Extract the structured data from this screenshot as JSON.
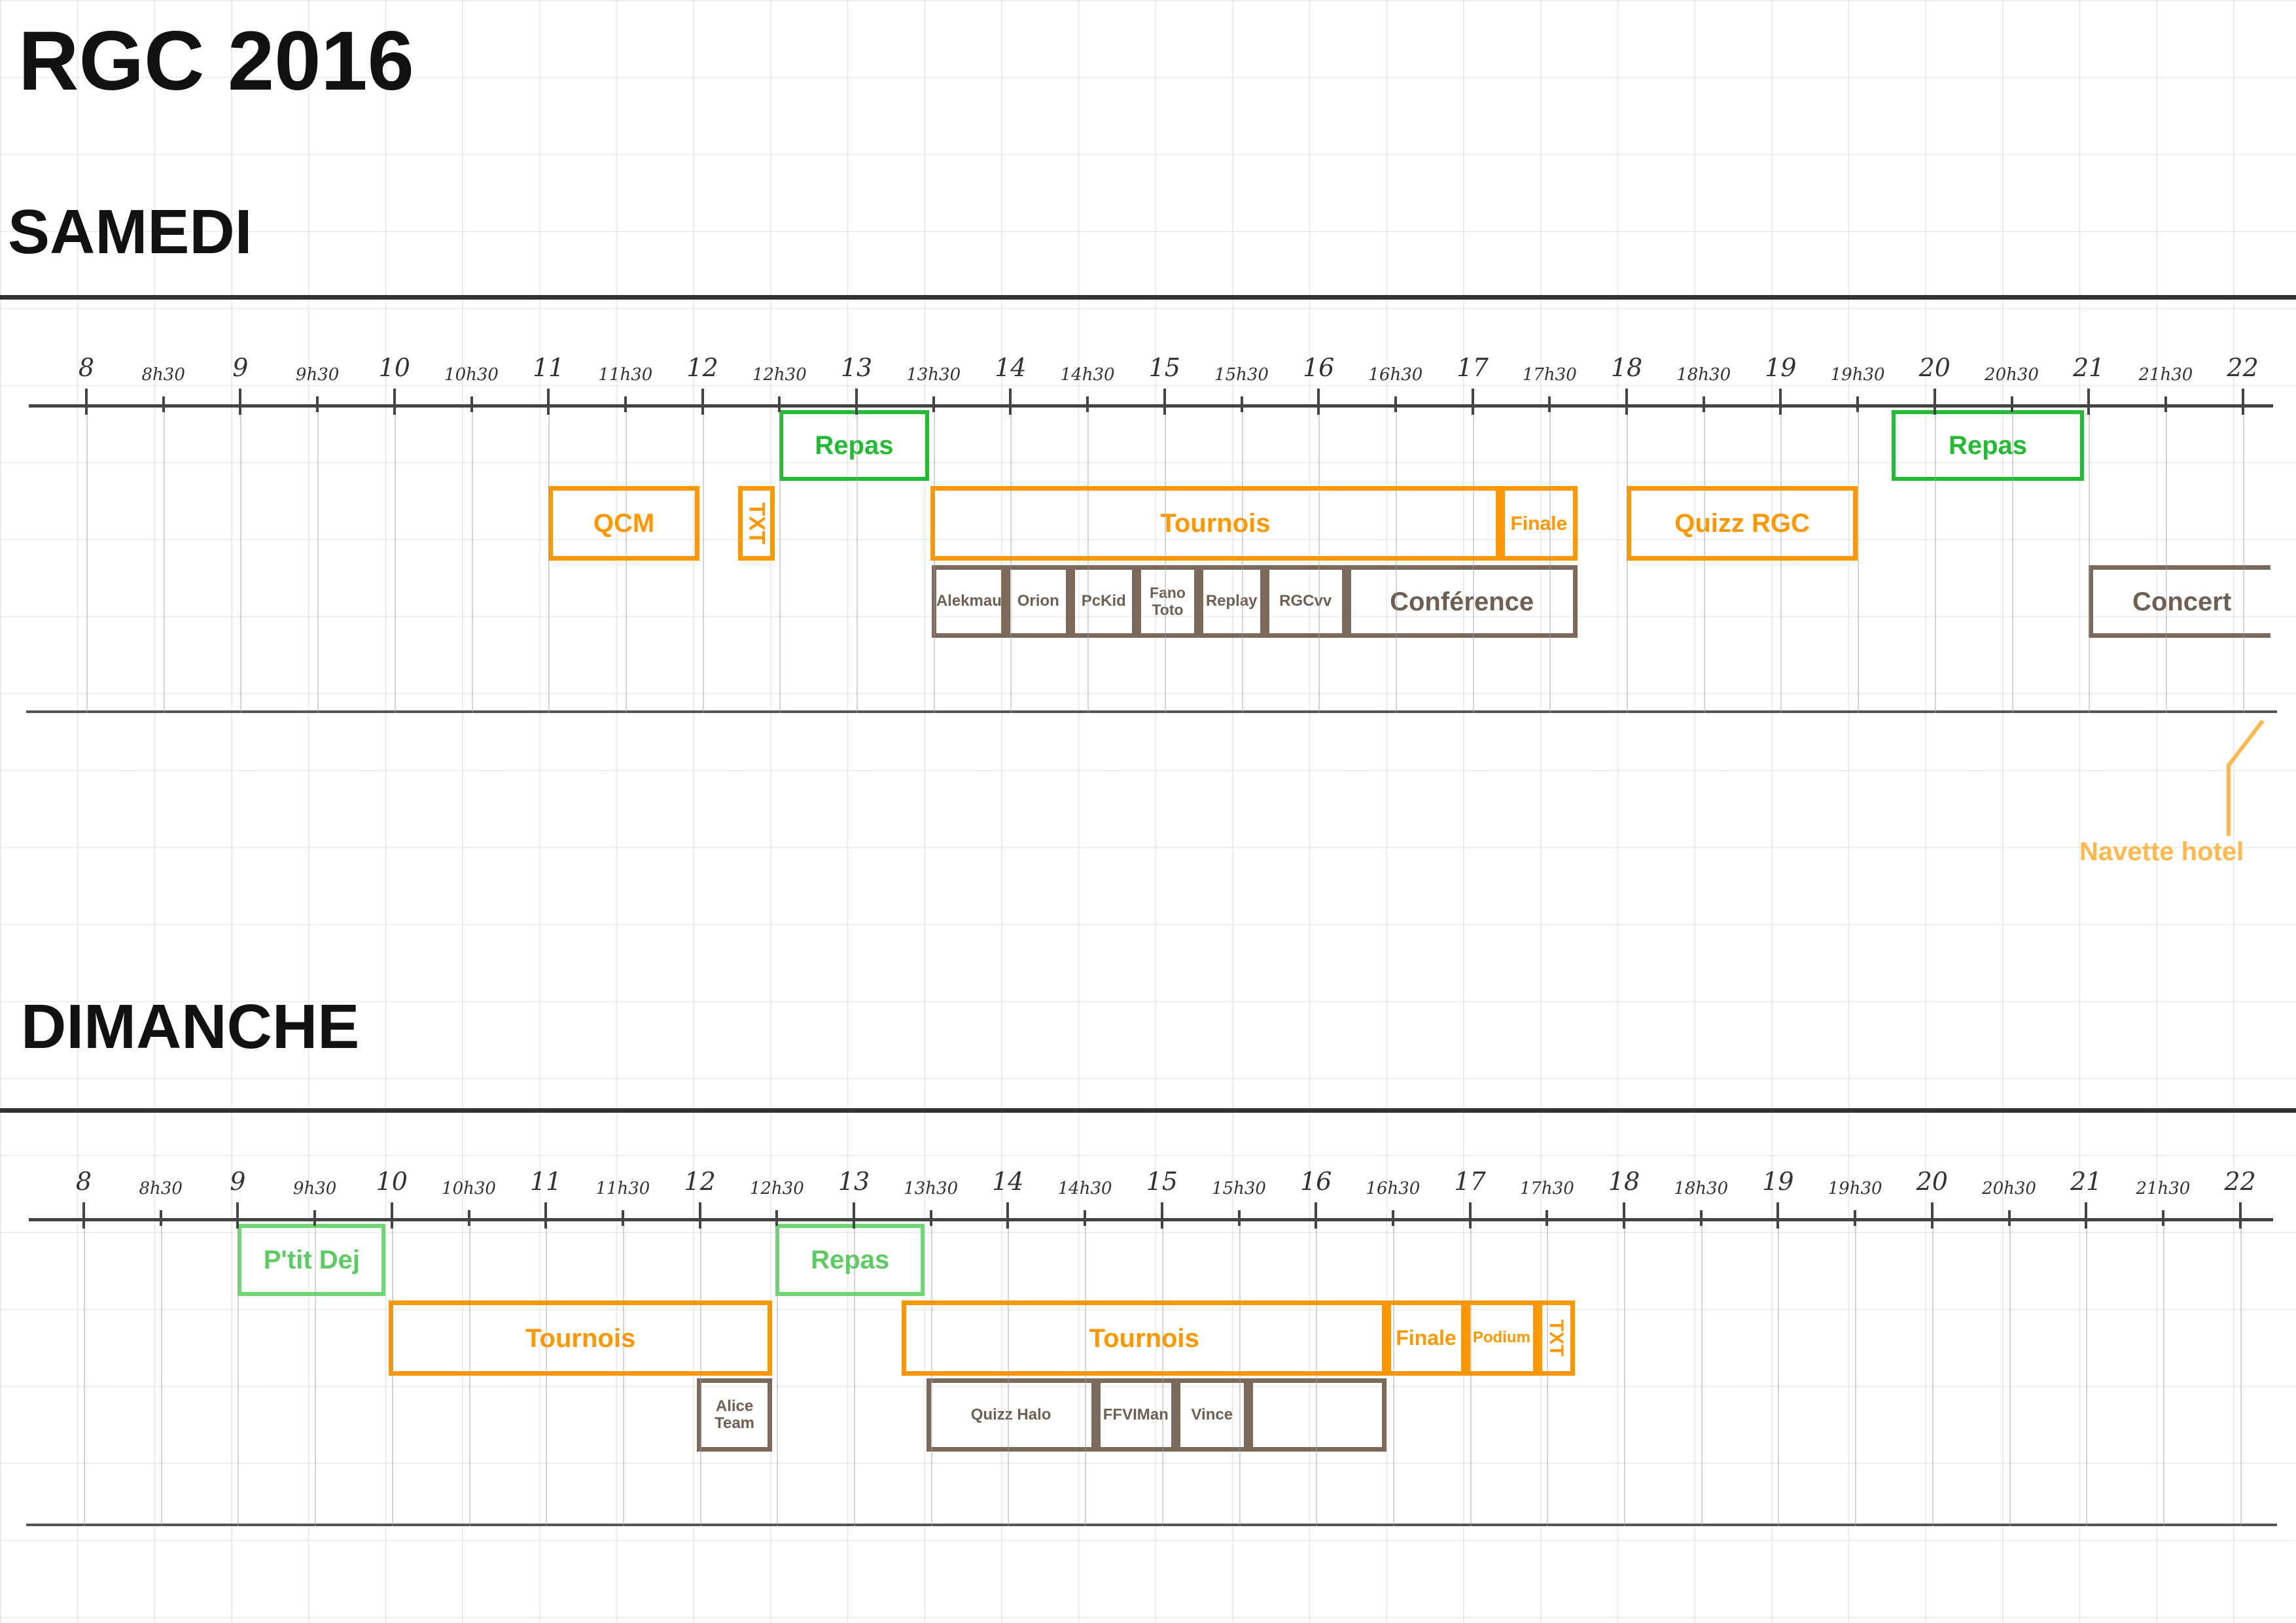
{
  "title": "RGC 2016",
  "colors": {
    "green": "#22bb33",
    "light_green": "#6ada70",
    "orange": "#ff9800",
    "brown": "#7b6a5c"
  },
  "axis": {
    "start": 8,
    "end": 22,
    "labels": [
      "8",
      "8h30",
      "9",
      "9h30",
      "10",
      "10h30",
      "11",
      "11h30",
      "12",
      "12h30",
      "13",
      "13h30",
      "14",
      "14h30",
      "15",
      "15h30",
      "16",
      "16h30",
      "17",
      "17h30",
      "18",
      "18h30",
      "19",
      "19h30",
      "20",
      "20h30",
      "21",
      "21h30",
      "22"
    ]
  },
  "days": [
    {
      "name": "SAMEDI",
      "blocks": [
        {
          "label": "Repas",
          "start": 12.5,
          "end": 13.47,
          "row": 1,
          "style": "green",
          "size": 40
        },
        {
          "label": "Repas",
          "start": 19.72,
          "end": 20.97,
          "row": 1,
          "style": "green",
          "size": 40
        },
        {
          "label": "QCM",
          "start": 11.0,
          "end": 11.98,
          "row": 2,
          "style": "orange",
          "size": 40
        },
        {
          "label": "TXT",
          "start": 12.23,
          "end": 12.47,
          "row": 2,
          "style": "orange",
          "size": 34,
          "vertical": true
        },
        {
          "label": "Tournois",
          "start": 13.48,
          "end": 17.18,
          "row": 2,
          "style": "orange",
          "size": 40
        },
        {
          "label": "Finale",
          "start": 17.18,
          "end": 17.68,
          "row": 2,
          "style": "orange",
          "size": 30
        },
        {
          "label": "Quizz RGC",
          "start": 18.0,
          "end": 19.5,
          "row": 2,
          "style": "orange",
          "size": 40
        },
        {
          "label": "Alekmau",
          "start": 13.49,
          "end": 13.97,
          "row": 3,
          "style": "brown",
          "size": 24
        },
        {
          "label": "Orion",
          "start": 13.97,
          "end": 14.39,
          "row": 3,
          "style": "brown",
          "size": 24
        },
        {
          "label": "PcKid",
          "start": 14.39,
          "end": 14.82,
          "row": 3,
          "style": "brown",
          "size": 24
        },
        {
          "label": "Fano Toto",
          "start": 14.82,
          "end": 15.22,
          "row": 3,
          "style": "brown",
          "size": 23
        },
        {
          "label": "Replay",
          "start": 15.22,
          "end": 15.65,
          "row": 3,
          "style": "brown",
          "size": 24
        },
        {
          "label": "RGCvv",
          "start": 15.65,
          "end": 16.18,
          "row": 3,
          "style": "brown",
          "size": 24
        },
        {
          "label": "Conférence",
          "start": 16.18,
          "end": 17.68,
          "row": 3,
          "style": "brown",
          "size": 40
        },
        {
          "label": "Concert",
          "start": 21.0,
          "end": 22.18,
          "row": 3,
          "style": "brown",
          "size": 40,
          "open": true
        }
      ],
      "annotation": "Navette hotel"
    },
    {
      "name": "DIMANCHE",
      "blocks": [
        {
          "label": "P'tit Dej",
          "start": 9.0,
          "end": 9.96,
          "row": 1,
          "style": "lgreen",
          "size": 40
        },
        {
          "label": "Repas",
          "start": 12.49,
          "end": 13.46,
          "row": 1,
          "style": "lgreen",
          "size": 40
        },
        {
          "label": "Tournois",
          "start": 9.98,
          "end": 12.47,
          "row": 2,
          "style": "orange",
          "size": 40
        },
        {
          "label": "Tournois",
          "start": 13.31,
          "end": 16.46,
          "row": 2,
          "style": "orange",
          "size": 40
        },
        {
          "label": "Finale",
          "start": 16.46,
          "end": 16.97,
          "row": 2,
          "style": "orange",
          "size": 32
        },
        {
          "label": "Podium",
          "start": 16.97,
          "end": 17.44,
          "row": 2,
          "style": "orange",
          "size": 24
        },
        {
          "label": "TXT",
          "start": 17.44,
          "end": 17.68,
          "row": 2,
          "style": "orange",
          "size": 30,
          "vertical": true
        },
        {
          "label": "Alice Team",
          "start": 11.98,
          "end": 12.47,
          "row": 3,
          "style": "brown",
          "size": 24
        },
        {
          "label": "Quizz Halo",
          "start": 13.47,
          "end": 14.57,
          "row": 3,
          "style": "brown",
          "size": 24
        },
        {
          "label": "FFVIMan",
          "start": 14.57,
          "end": 15.09,
          "row": 3,
          "style": "brown",
          "size": 24
        },
        {
          "label": "Vince",
          "start": 15.09,
          "end": 15.56,
          "row": 3,
          "style": "brown",
          "size": 24
        },
        {
          "label": "",
          "start": 15.56,
          "end": 16.46,
          "row": 3,
          "style": "brown",
          "size": 24
        }
      ]
    }
  ]
}
